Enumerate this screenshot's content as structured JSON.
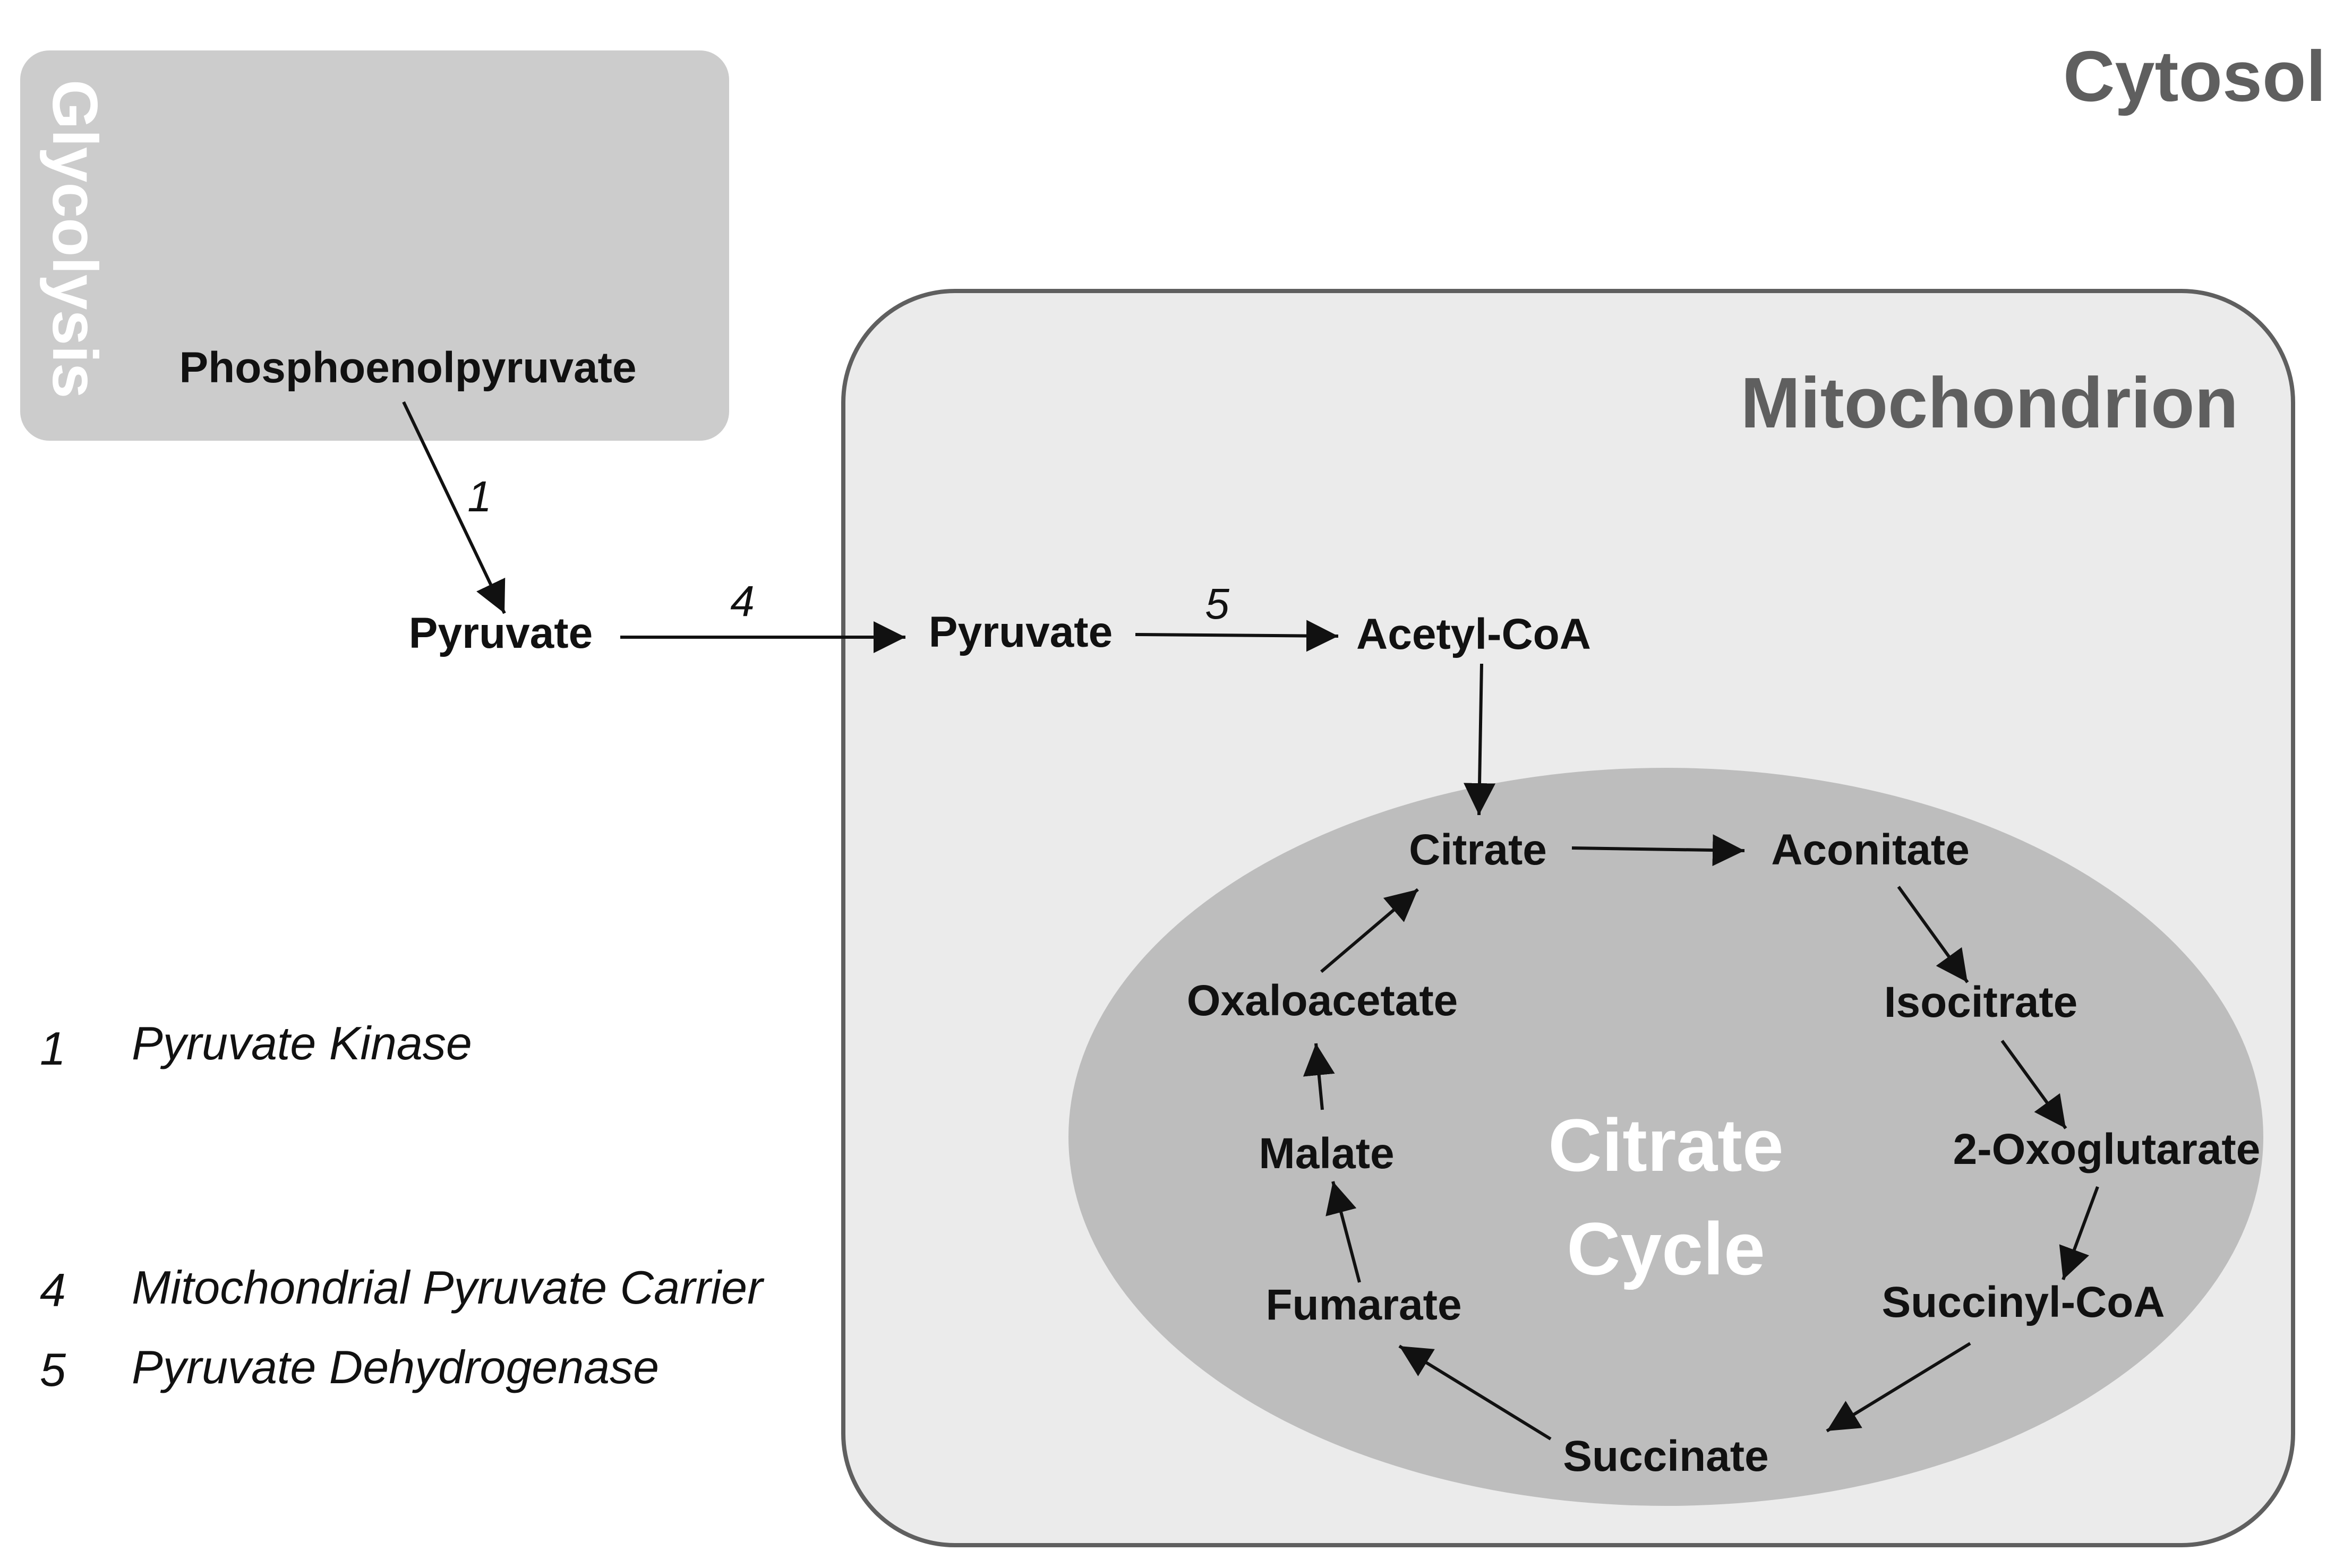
{
  "regions": {
    "cytosol": "Cytosol",
    "glycolysis": "Glycolysis",
    "mitochondrion": "Mitochondrion",
    "cycle_line1": "Citrate",
    "cycle_line2": "Cycle"
  },
  "metabolites": {
    "phosphoenolpyruvate": "Phosphoenolpyruvate",
    "pyruvate_cyto": "Pyruvate",
    "pyruvate_mito": "Pyruvate",
    "acetyl_coa": "Acetyl-CoA",
    "citrate": "Citrate",
    "aconitate": "Aconitate",
    "isocitrate": "Isocitrate",
    "oxoglutarate": "2-Oxoglutarate",
    "succinyl_coa": "Succinyl-CoA",
    "succinate": "Succinate",
    "fumarate": "Fumarate",
    "malate": "Malate",
    "oxaloacetate": "Oxaloacetate"
  },
  "steps": {
    "s1": "1",
    "s4": "4",
    "s5": "5"
  },
  "legend": [
    {
      "num": "1",
      "enzyme": "Pyruvate Kinase"
    },
    {
      "num": "4",
      "enzyme": "Mitochondrial Pyruvate Carrier"
    },
    {
      "num": "5",
      "enzyme": "Pyruvate Dehydrogenase"
    }
  ],
  "colors": {
    "glycolysis_box": "#cccccc",
    "mitochondrion_fill": "#ebebeb",
    "mitochondrion_border": "#5f5f5f",
    "cycle_fill": "#bdbdbd",
    "region_title": "#5f5f5f",
    "text": "#111111"
  }
}
